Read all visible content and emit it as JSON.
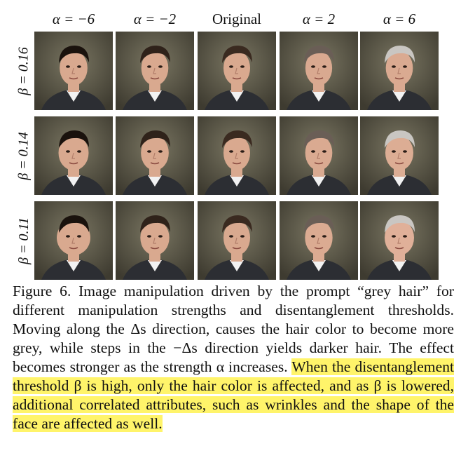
{
  "columns": [
    {
      "label": "α = −6",
      "alpha": -6
    },
    {
      "label": "α = −2",
      "alpha": -2
    },
    {
      "label": "Original",
      "alpha": 0
    },
    {
      "label": "α = 2",
      "alpha": 2
    },
    {
      "label": "α = 6",
      "alpha": 6
    }
  ],
  "rows": [
    {
      "label": "β = 0.16",
      "beta": 0.16
    },
    {
      "label": "β = 0.14",
      "beta": 0.14
    },
    {
      "label": "β = 0.11",
      "beta": 0.11
    }
  ],
  "caption": {
    "plain": "Figure 6. Image manipulation driven by the prompt “grey hair” for different manipulation strengths and disentanglement thresholds. Moving along the Δs direction, causes the hair color to become more grey, while steps in the −Δs direction yields darker hair. The effect becomes stronger as the strength α increases. ",
    "highlighted": "When the disentanglement threshold β is high, only the hair color is affected, and as β is lowered, additional correlated attributes, such as wrinkles and the shape of the face are affected as well."
  }
}
